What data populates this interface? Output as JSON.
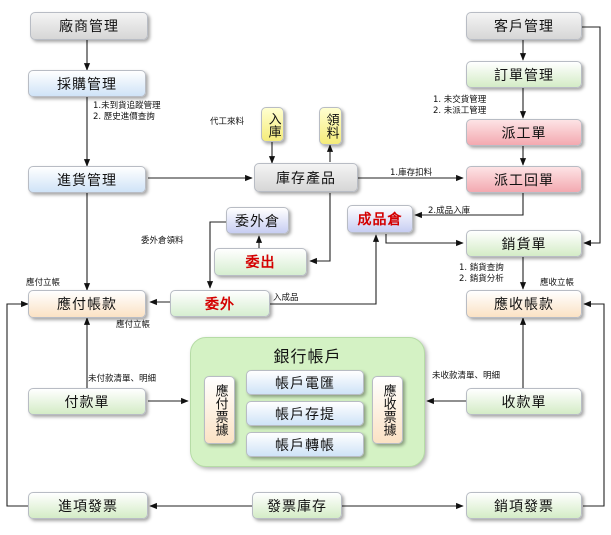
{
  "top_left": "廠商管理",
  "top_right": "客戶管理",
  "left_col": {
    "purchase": "採購管理",
    "receiving": "進貨管理",
    "payable": "應付帳款",
    "payment_slip": "付款單",
    "purchase_invoice": "進項發票"
  },
  "right_col": {
    "order": "訂單管理",
    "dispatch": "派工單",
    "dispatch_return": "派工回單",
    "sales_slip": "銷貨單",
    "receivable": "應收帳款",
    "receipt_slip": "收款單",
    "sales_invoice": "銷項發票"
  },
  "center": {
    "stock_in": "入庫",
    "stock_out": "領料",
    "inventory": "庫存產品",
    "outsource_warehouse": "委外倉",
    "outsource_out": "委出",
    "outsource": "委外",
    "finished_warehouse": "成品倉",
    "invoice_stock": "發票庫存"
  },
  "bank": {
    "title": "銀行帳戶",
    "remit": "帳戶電匯",
    "deposit": "帳戶存提",
    "transfer": "帳戶轉帳",
    "payable_note": "應付票據",
    "receivable_note": "應收票據"
  },
  "notes": {
    "purchase": [
      "1.未到貨追蹤管理",
      "2. 歷史進價查詢"
    ],
    "order": [
      "1. 未交貨管理",
      "2. 未派工管理"
    ],
    "contract_material": "代工來料",
    "inventory_deduct": "1.庫存扣料",
    "finished_in": "2.成品入庫",
    "outsource_pick": "委外倉領料",
    "payable_post_left": "應付立帳",
    "payable_post_below": "應付立帳",
    "into_finished": "入成品",
    "sales": [
      "1. 銷貨查詢",
      "2. 銷貨分析"
    ],
    "receivable_post": "應收立帳",
    "unpaid": "未付款清單、明細",
    "uncollected": "未收款清單、明細"
  }
}
